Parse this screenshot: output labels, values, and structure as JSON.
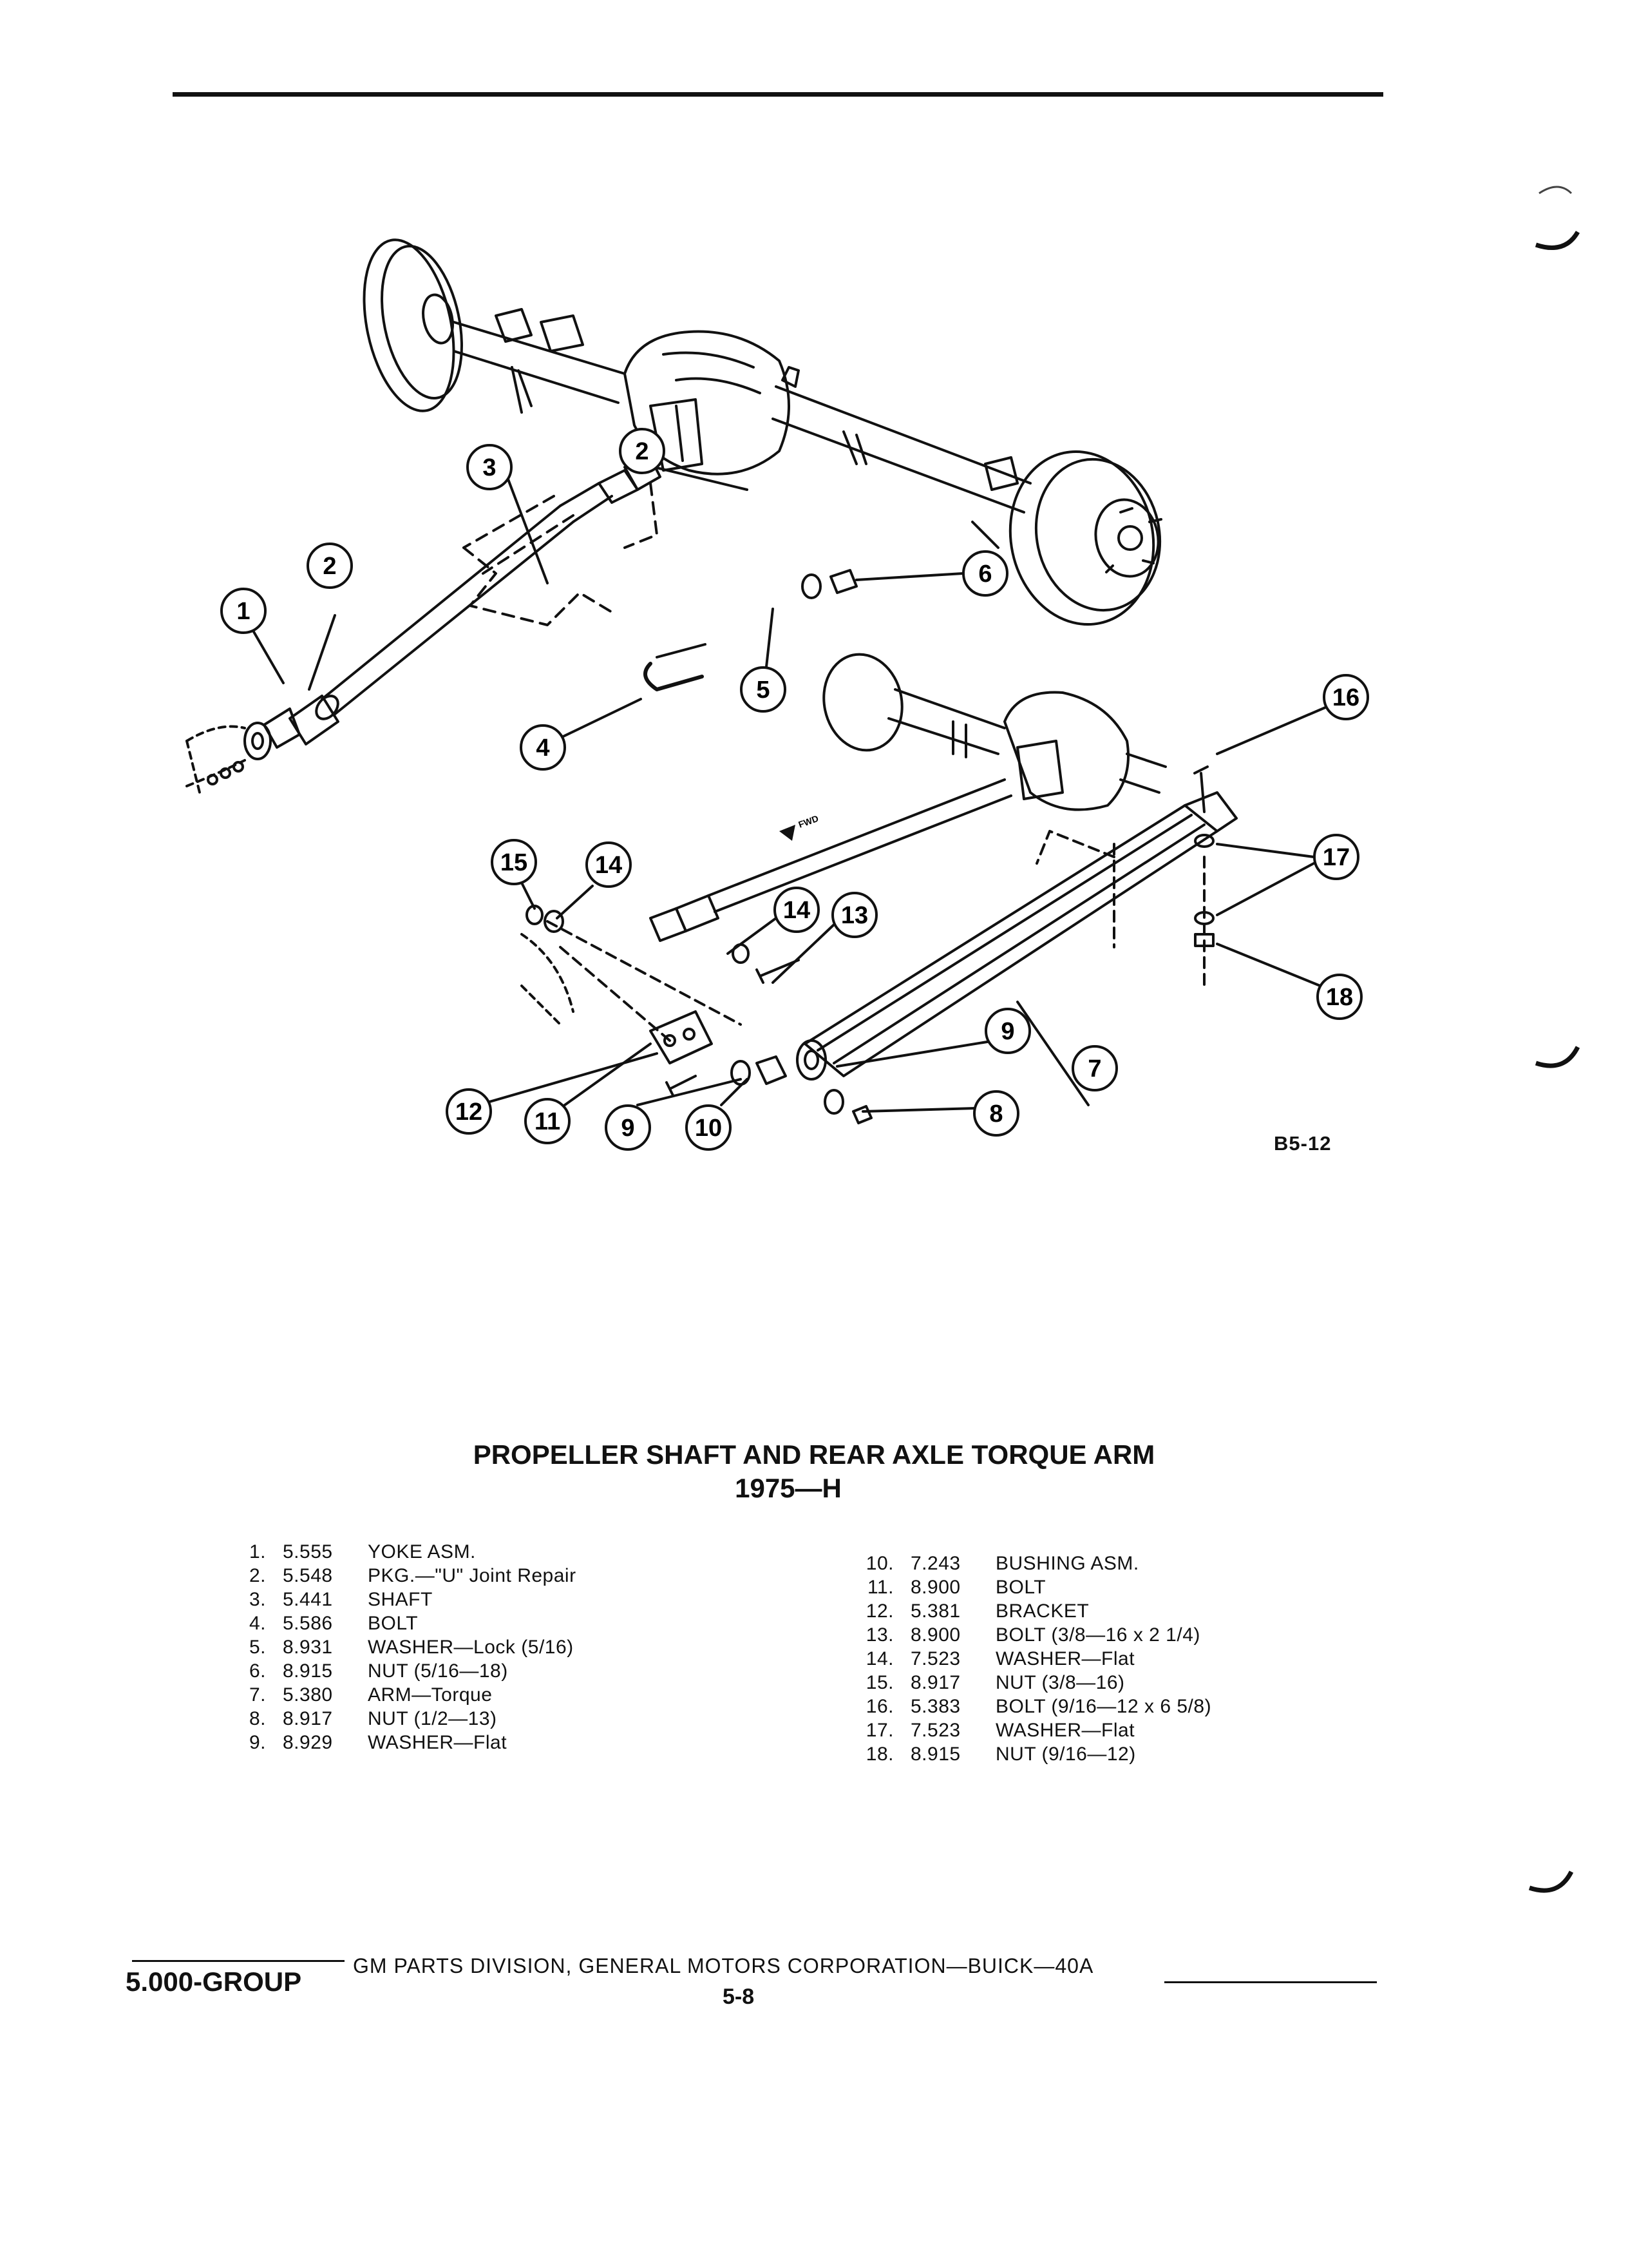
{
  "figure": {
    "id_label": "B5-12",
    "fwd_label": "FWD",
    "callouts": [
      "1",
      "2",
      "3",
      "2",
      "4",
      "5",
      "6",
      "15",
      "14",
      "16",
      "17",
      "18",
      "14",
      "13",
      "12",
      "11",
      "9",
      "10",
      "9",
      "7",
      "8"
    ]
  },
  "title": {
    "line1": "PROPELLER SHAFT AND REAR AXLE TORQUE ARM",
    "line2": "1975—H"
  },
  "parts_left": [
    {
      "num": "1.",
      "code": "5.555",
      "desc": "YOKE ASM."
    },
    {
      "num": "2.",
      "code": "5.548",
      "desc": "PKG.—\"U\" Joint Repair"
    },
    {
      "num": "3.",
      "code": "5.441",
      "desc": "SHAFT"
    },
    {
      "num": "4.",
      "code": "5.586",
      "desc": "BOLT"
    },
    {
      "num": "5.",
      "code": "8.931",
      "desc": "WASHER—Lock (5/16)"
    },
    {
      "num": "6.",
      "code": "8.915",
      "desc": "NUT (5/16—18)"
    },
    {
      "num": "7.",
      "code": "5.380",
      "desc": "ARM—Torque"
    },
    {
      "num": "8.",
      "code": "8.917",
      "desc": "NUT (1/2—13)"
    },
    {
      "num": "9.",
      "code": "8.929",
      "desc": "WASHER—Flat"
    }
  ],
  "parts_right": [
    {
      "num": "10.",
      "code": "7.243",
      "desc": "BUSHING ASM."
    },
    {
      "num": "11.",
      "code": "8.900",
      "desc": "BOLT"
    },
    {
      "num": "12.",
      "code": "5.381",
      "desc": "BRACKET"
    },
    {
      "num": "13.",
      "code": "8.900",
      "desc": "BOLT (3/8—16 x 2 1/4)"
    },
    {
      "num": "14.",
      "code": "7.523",
      "desc": "WASHER—Flat"
    },
    {
      "num": "15.",
      "code": "8.917",
      "desc": "NUT (3/8—16)"
    },
    {
      "num": "16.",
      "code": "5.383",
      "desc": "BOLT (9/16—12 x 6 5/8)"
    },
    {
      "num": "17.",
      "code": "7.523",
      "desc": "WASHER—Flat"
    },
    {
      "num": "18.",
      "code": "8.915",
      "desc": "NUT (9/16—12)"
    }
  ],
  "footer": {
    "text": "GM PARTS DIVISION, GENERAL MOTORS CORPORATION—BUICK—40A",
    "group": "5.000-GROUP",
    "page": "5-8"
  }
}
